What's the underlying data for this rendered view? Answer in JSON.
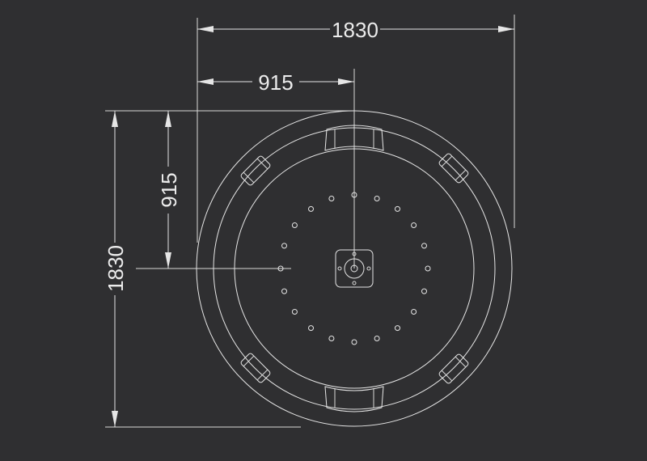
{
  "colors": {
    "background": "#2f2f31",
    "line": "#e6e6e6"
  },
  "dimensions": {
    "top_overall": "1830",
    "top_half": "915",
    "left_overall": "1830",
    "left_half": "915"
  },
  "jets": {
    "count": 20
  }
}
